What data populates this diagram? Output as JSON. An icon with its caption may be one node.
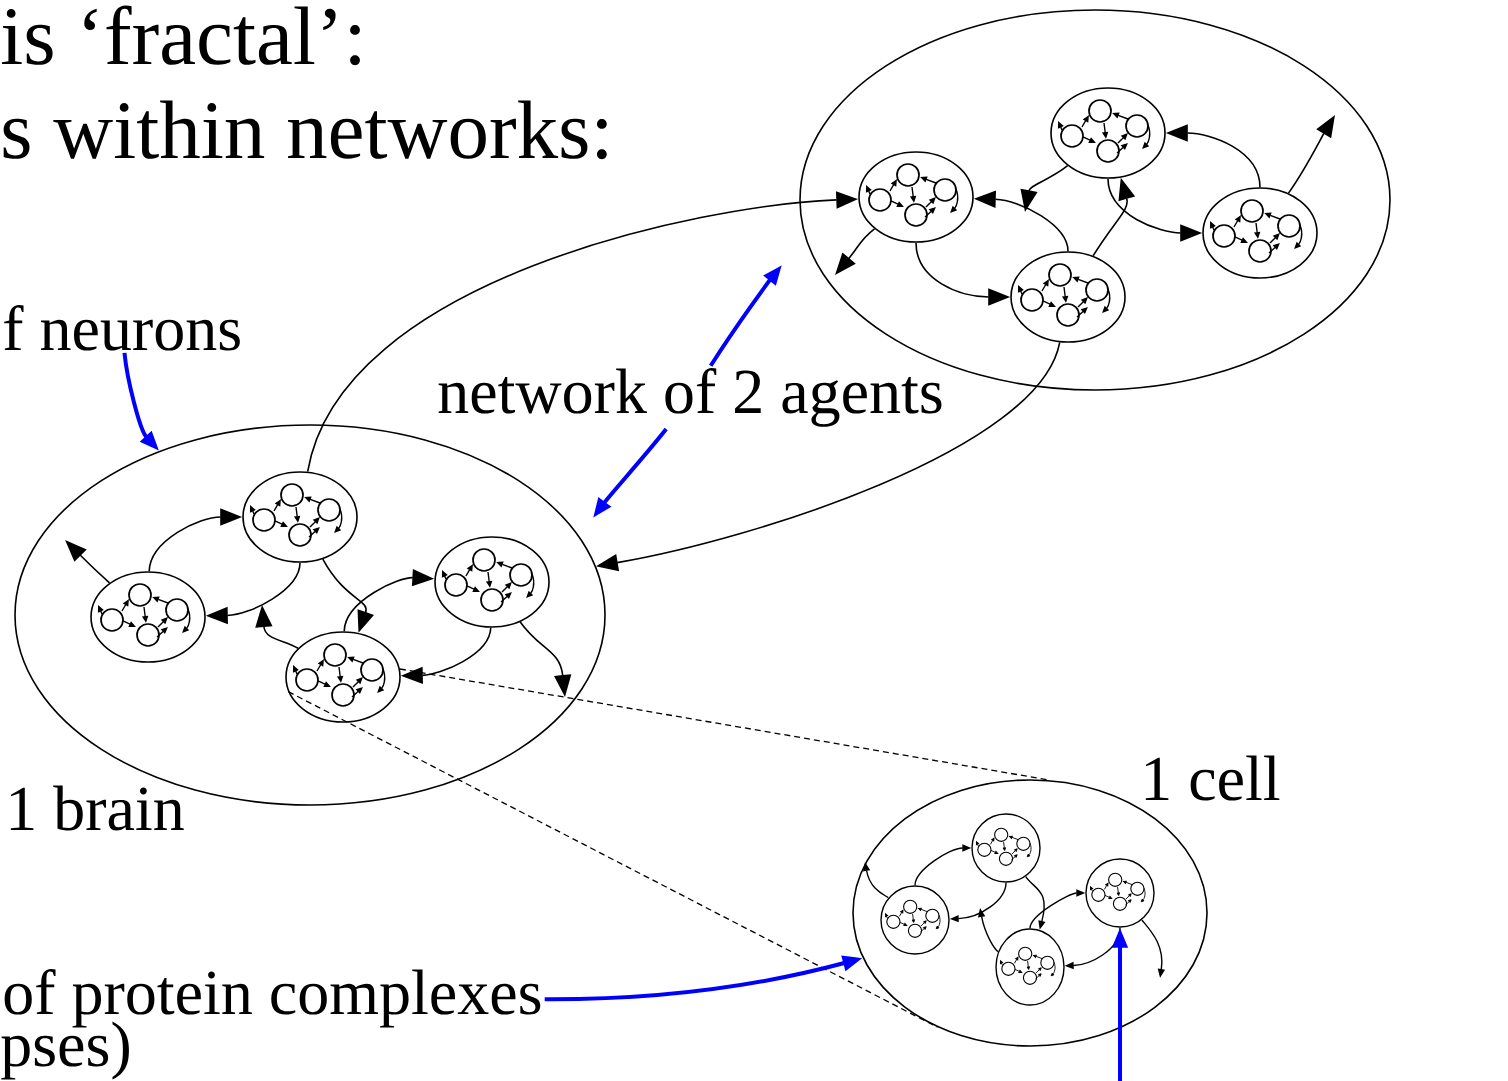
{
  "diagram": {
    "nodes": [
      {
        "text": [
          "1 brain"
        ]
      },
      {
        "text": [],
        "shape": "ellipse",
        "in": 0
      },
      {
        "text": [],
        "shape": "ellipse",
        "in": 0
      },
      {
        "text": [],
        "shape": "ellipse",
        "in": 0
      },
      {
        "text": [],
        "shape": "ellipse",
        "in": 0
      },
      {
        "text": [],
        "shape": "ellipse"
      },
      {
        "text": [],
        "shape": "ellipse",
        "in": 5
      },
      {
        "text": [],
        "shape": "ellipse",
        "in": 5
      },
      {
        "text": [],
        "shape": "ellipse",
        "in": 5
      },
      {
        "text": [],
        "shape": "ellipse",
        "in": 5
      },
      {
        "text": [
          "1 cell"
        ]
      },
      {
        "text": [],
        "shape": "ellipse",
        "in": 10
      },
      {
        "text": [],
        "shape": "ellipse",
        "in": 10
      },
      {
        "text": [],
        "shape": "ellipse",
        "in": 10
      },
      {
        "text": [],
        "shape": "ellipse",
        "in": 10
      },
      {
        "text": [
          "f neurons"
        ]
      },
      {
        "text": [
          "network of 2 agents"
        ]
      },
      {
        "text": [
          "of protein complexes"
        ]
      }
    ],
    "edges": [
      {
        "from": 1,
        "to": 2,
        "arrow": "to"
      },
      {
        "from": 2,
        "to": 1,
        "arrow": "to"
      },
      {
        "from": 2,
        "to": 3,
        "arrow": "to"
      },
      {
        "from": 3,
        "to": null,
        "arrow": "to"
      },
      {
        "from": 1,
        "to": null,
        "arrow": "to"
      },
      {
        "from": 3,
        "to": 4,
        "arrow": "to"
      },
      {
        "from": 4,
        "to": 3,
        "arrow": "to"
      },
      {
        "from": 4,
        "to": null,
        "arrow": "to"
      },
      {
        "from": 2,
        "to": 6,
        "arrow": "to"
      },
      {
        "from": 8,
        "to": 0,
        "arrow": "to"
      },
      {
        "from": 6,
        "to": 8,
        "arrow": "to"
      },
      {
        "from": 8,
        "to": 6,
        "arrow": "to"
      },
      {
        "from": 6,
        "to": null,
        "arrow": "to"
      },
      {
        "from": 7,
        "to": null,
        "arrow": "to"
      },
      {
        "from": 8,
        "to": 7,
        "arrow": "to"
      },
      {
        "from": 9,
        "to": 7,
        "arrow": "to"
      },
      {
        "from": 7,
        "to": 9,
        "arrow": "to"
      },
      {
        "from": 9,
        "to": null,
        "arrow": "to"
      },
      {
        "from": 11,
        "to": 12,
        "arrow": "to"
      },
      {
        "from": 12,
        "to": 11,
        "arrow": "to"
      },
      {
        "from": 12,
        "to": 13,
        "arrow": "to"
      },
      {
        "from": 13,
        "to": null,
        "arrow": "to"
      },
      {
        "from": 11,
        "to": null,
        "arrow": "to"
      },
      {
        "from": 13,
        "to": 14,
        "arrow": "to"
      },
      {
        "from": 14,
        "to": 13,
        "arrow": "to"
      },
      {
        "from": 14,
        "to": null,
        "arrow": "to"
      },
      {
        "from": 3,
        "to": 10,
        "arrow": "none",
        "style": "dashed"
      },
      {
        "from": 3,
        "to": 10,
        "arrow": "none",
        "style": "dashed"
      },
      {
        "from": 15,
        "to": 0,
        "arrow": "to",
        "style": "thick",
        "color": "#0000ff"
      },
      {
        "from": 16,
        "to": null,
        "arrow": "to",
        "style": "thick",
        "color": "#0000ff"
      },
      {
        "from": 16,
        "to": null,
        "arrow": "to",
        "style": "thick",
        "color": "#0000ff"
      },
      {
        "from": 17,
        "to": 10,
        "arrow": "to",
        "style": "thick",
        "color": "#0000ff"
      },
      {
        "from": null,
        "to": 14,
        "arrow": "to",
        "style": "thick",
        "color": "#0000ff"
      }
    ],
    "labels": [
      "is ‘fractal’:",
      "s within networks:",
      "pses)"
    ]
  }
}
